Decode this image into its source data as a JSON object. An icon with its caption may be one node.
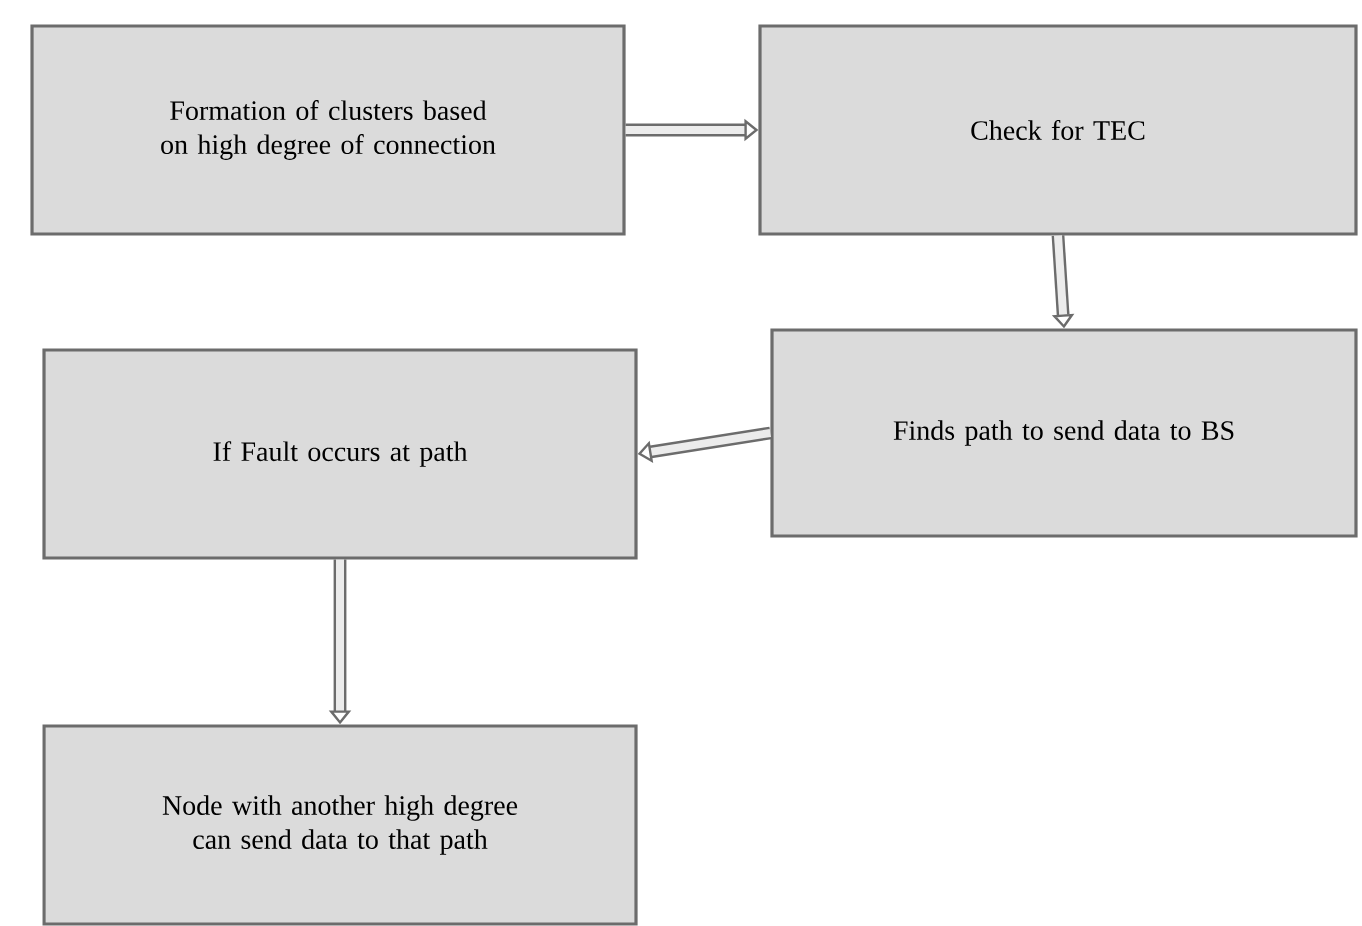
{
  "diagram": {
    "nodes": [
      {
        "text": [
          "Formation of clusters based on high degree of connection"
        ]
      },
      {
        "text": [
          "Check for TEC"
        ]
      },
      {
        "text": [
          "Finds path to send data to BS"
        ]
      },
      {
        "text": [
          "If  Fault occurs  at path"
        ]
      },
      {
        "text": [
          "Node with another high degree can send data to that path"
        ]
      }
    ],
    "edges": [
      {
        "from": 0,
        "to": 1,
        "arrow": "to"
      },
      {
        "from": 1,
        "to": 2,
        "arrow": "to"
      },
      {
        "from": 2,
        "to": 3,
        "arrow": "to"
      },
      {
        "from": 3,
        "to": 4,
        "arrow": "to"
      }
    ]
  }
}
